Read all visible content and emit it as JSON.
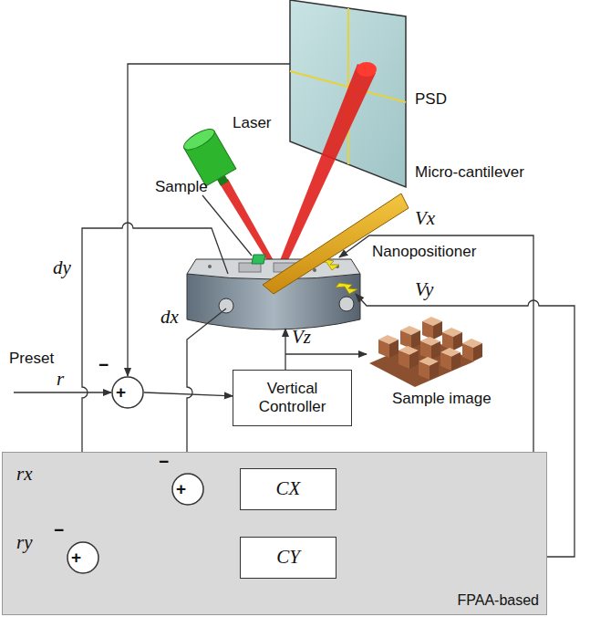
{
  "diagram": {
    "nodes": [
      {
        "text": [
          "+",
          "−"
        ]
      },
      {
        "text": [
          "Vertical Controller"
        ]
      },
      {
        "text": [
          "FPAA-based"
        ]
      },
      {
        "text": [
          "+",
          "−"
        ],
        "in": 2
      },
      {
        "text": [
          "CX"
        ],
        "in": 2
      },
      {
        "text": [
          "+",
          "−"
        ],
        "in": 2
      },
      {
        "text": [
          "CY"
        ],
        "in": 2
      }
    ],
    "edges": [
      {
        "from": 0,
        "to": 1,
        "arrow": "to"
      },
      {
        "from": 3,
        "to": 4,
        "arrow": "to"
      },
      {
        "from": 5,
        "to": 6,
        "arrow": "to"
      }
    ],
    "labels": [
      "PSD",
      "Laser",
      "Micro-cantilever",
      "Sample",
      "Nanopositioner",
      "Vx",
      "Vy",
      "dy",
      "dx",
      "Vz",
      "Sample image",
      "Preset",
      "r",
      "rx",
      "ry"
    ]
  }
}
